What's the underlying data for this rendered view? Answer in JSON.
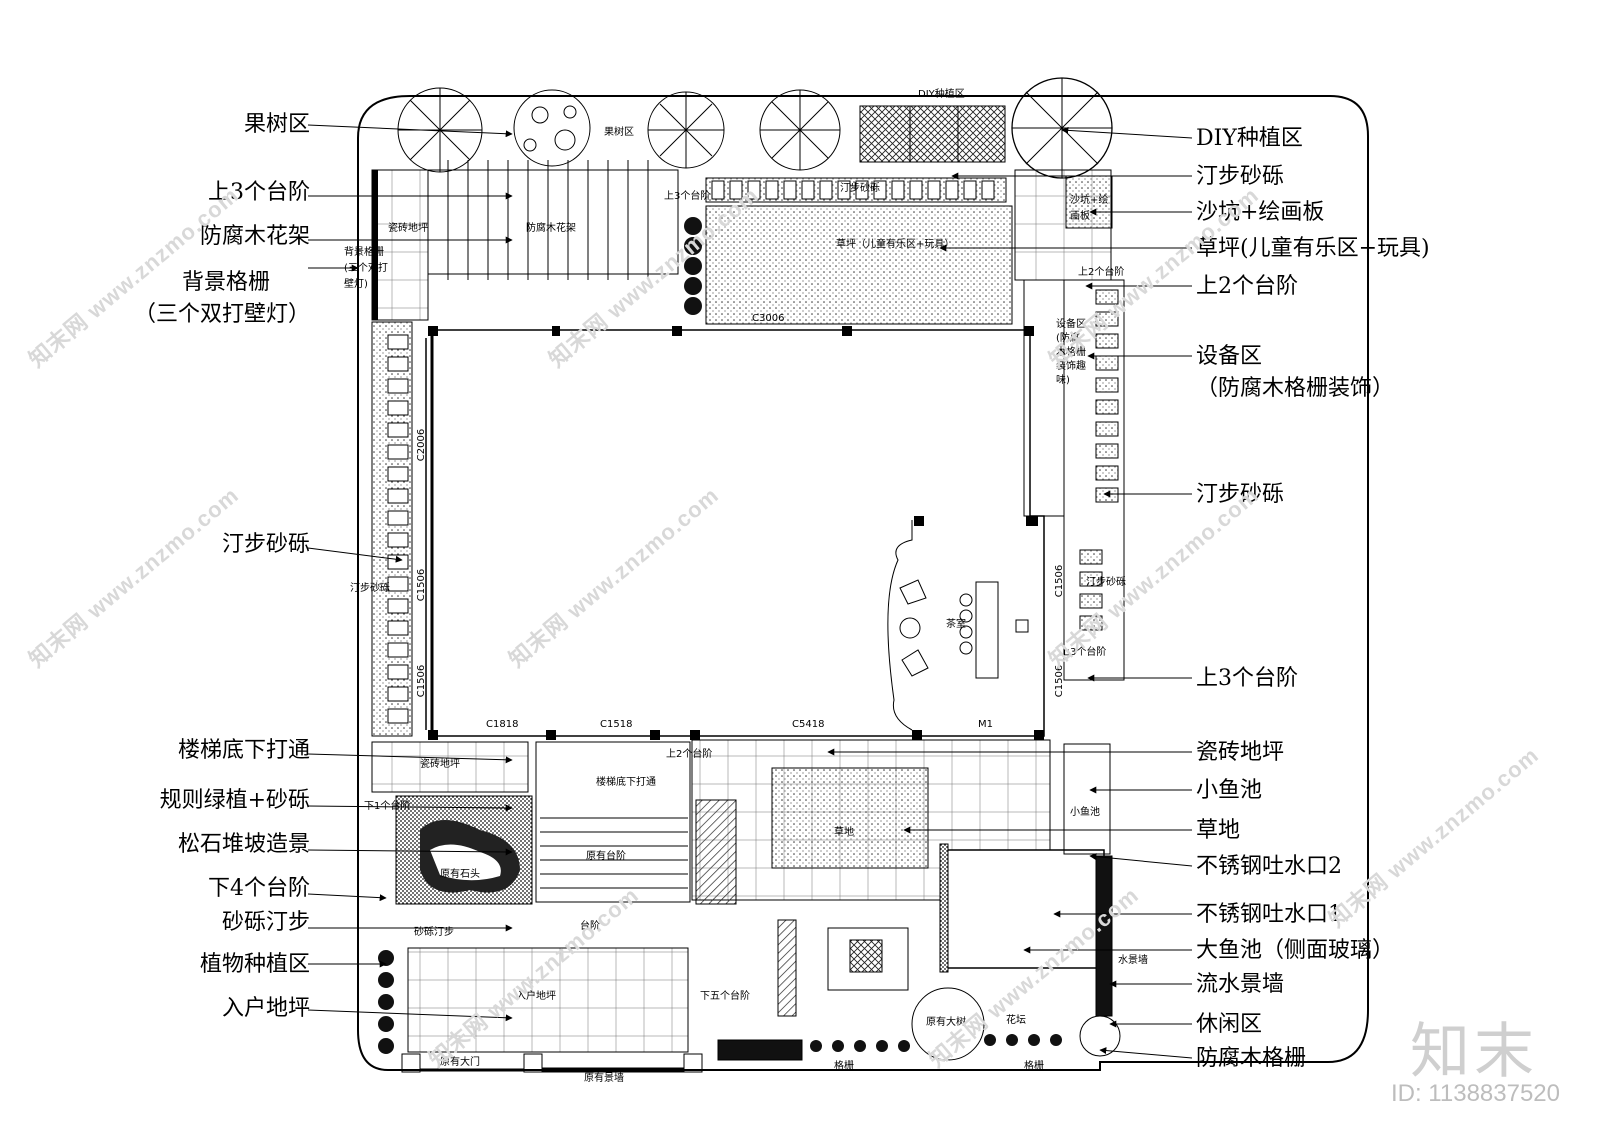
{
  "left_labels": [
    "果树区",
    "上3个台阶",
    "防腐木花架",
    "背景格栅",
    "（三个双打壁灯）",
    "汀步砂砾",
    "楼梯底下打通",
    "规则绿植+砂砾",
    "松石堆坡造景",
    "下4个台阶",
    "砂砾汀步",
    "植物种植区",
    "入户地坪"
  ],
  "right_labels": [
    "DIY种植区",
    "汀步砂砾",
    "沙坑+绘画板",
    "草坪(儿童有乐区+玩具)",
    "上2个台阶",
    "设备区",
    "（防腐木格栅装饰）",
    "汀步砂砾",
    "上3个台阶",
    "瓷砖地坪",
    "小鱼池",
    "草地",
    "不锈钢吐水口2",
    "不锈钢吐水口1",
    "大鱼池（侧面玻璃）",
    "流水景墙",
    "休闲区",
    "防腐木格栅"
  ],
  "plan_text": {
    "diy_top": "DIY种植区",
    "fruit": "果树区",
    "tile1": "瓷砖地坪",
    "pergola": "防腐木花架",
    "bg_grille": "背景格栅",
    "bg_grille_sub": "(三个双打",
    "bg_grille_sub2": "壁灯)",
    "steps3": "上3个台阶",
    "gravel_top": "汀步砂砾",
    "lawn": "草坪（儿童有乐区+玩具）",
    "sandpit": "沙坑+绘",
    "sandpit2": "画板",
    "equip": "设备区",
    "equip2": "(防腐",
    "equip3": "木格栅",
    "equip4": "装饰趣",
    "equip5": "味)",
    "steps2": "上2个台阶",
    "gravel_left": "汀步砂砾",
    "gravel_right": "汀步砂砾",
    "steps3b": "上3个台阶",
    "tea": "茶室",
    "c3006": "C3006",
    "c2006": "C2006",
    "c1506a": "C1506",
    "c1506b": "C1506",
    "c1506c": "C1506",
    "c1506d": "C1506",
    "c1818": "C1818",
    "c1518": "C1518",
    "c5418": "C5418",
    "m1": "M1",
    "tile2": "瓷砖地坪",
    "stair": "楼梯底下打通",
    "steps2b": "上2个台阶",
    "down1": "下1个台阶",
    "rock": "原有石头",
    "orig_steps": "原有台阶",
    "grass": "草地",
    "small_pond": "小鱼池",
    "steps_mid": "台阶",
    "gravel_step": "砂砾汀步",
    "entry": "入户地坪",
    "gate": "原有大门",
    "orig_wall": "原有景墙",
    "grille1": "格栅",
    "grille2": "格栅",
    "flower": "花坛",
    "water_wall": "水景墙",
    "down5": "下五个台阶",
    "tree": "原有大树"
  },
  "watermark": "知末网 www.znzmo.com",
  "brand": "知末",
  "image_id": "ID: 1138837520"
}
